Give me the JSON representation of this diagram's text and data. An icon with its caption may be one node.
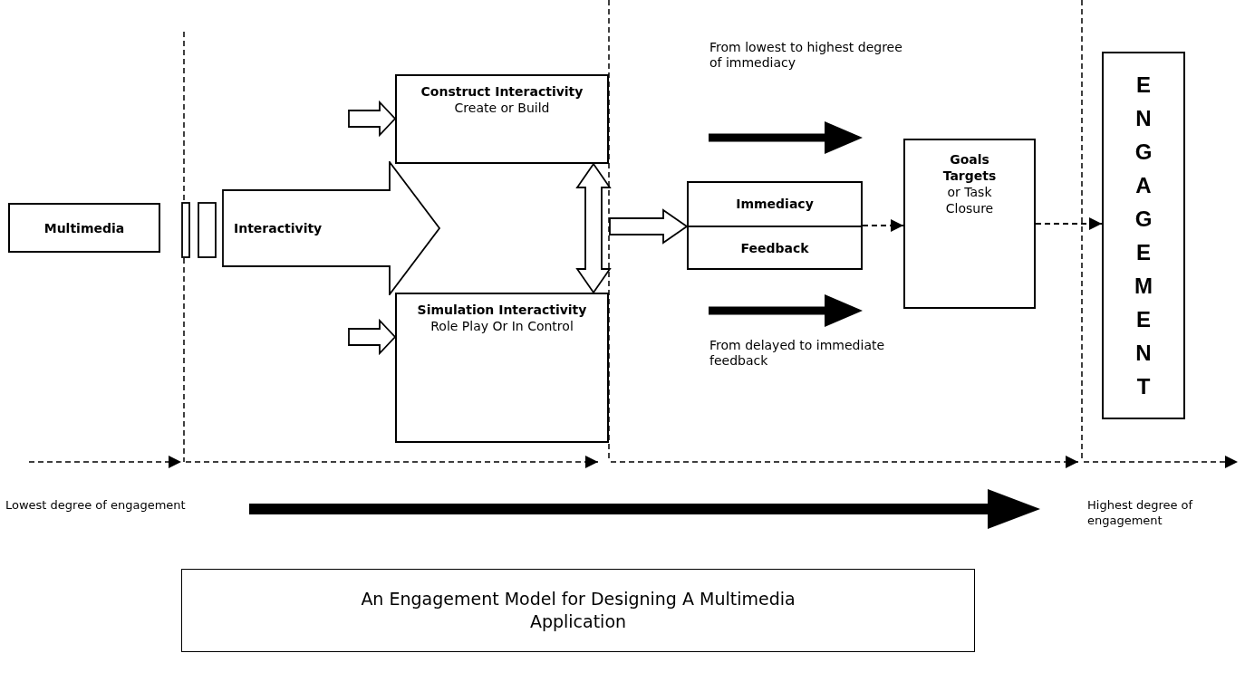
{
  "diagram": {
    "caption": "An Engagement Model for Designing A Multimedia Application",
    "nodes": [
      {
        "text": [
          "Multimedia"
        ]
      },
      {
        "text": [
          "Interactivity"
        ]
      },
      {
        "text": [
          "Construct Interactivity",
          "Create or Build"
        ]
      },
      {
        "text": [
          "Simulation Interactivity",
          "Role Play Or In Control"
        ]
      },
      {
        "text": [
          "Immediacy",
          "Feedback"
        ]
      },
      {
        "text": [
          "Goals Targets",
          "or Task Closure"
        ]
      },
      {
        "text": [
          "ENGAGEMENT"
        ]
      }
    ],
    "edges": [
      {
        "from": null,
        "to": 2,
        "arrow": "to"
      },
      {
        "from": null,
        "to": 3,
        "arrow": "to"
      },
      {
        "from": 2,
        "to": 3,
        "arrow": "both"
      },
      {
        "from": null,
        "to": 4,
        "arrow": "to"
      },
      {
        "from": 4,
        "to": 5,
        "arrow": "to",
        "style": "dashed"
      },
      {
        "from": 5,
        "to": 6,
        "arrow": "to",
        "style": "dashed"
      }
    ],
    "labels": [
      "From lowest to highest degree of immediacy",
      "From delayed to immediate feedback",
      "Lowest degree of engagement",
      "Highest degree of engagement"
    ]
  }
}
